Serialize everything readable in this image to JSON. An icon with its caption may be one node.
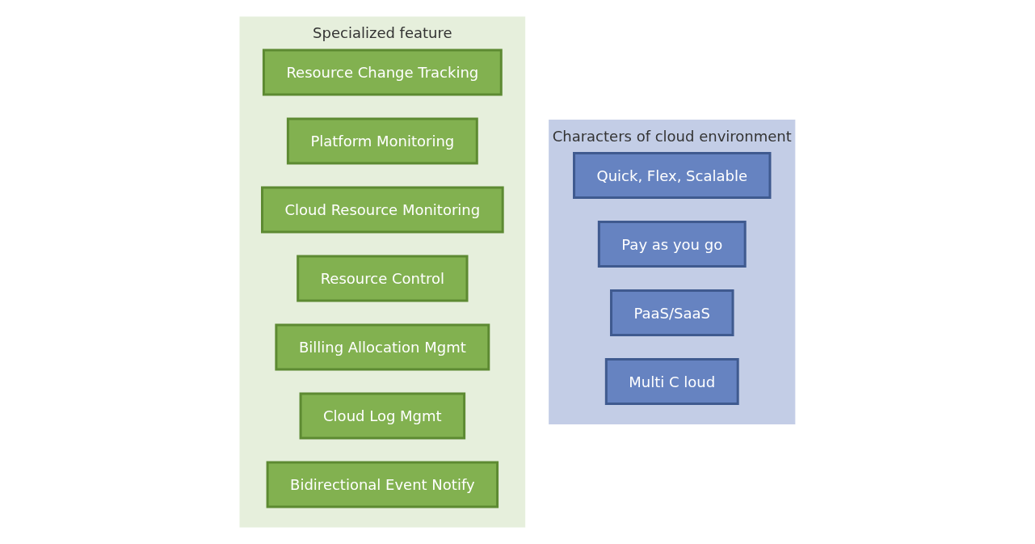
{
  "diagram": {
    "nodes": [
      {
        "text": [
          "Characters of cloud environment"
        ]
      },
      {
        "text": [
          "Quick, Flex, Scalable"
        ],
        "in": 0
      },
      {
        "text": [
          "Pay as you go"
        ],
        "in": 0
      },
      {
        "text": [
          "PaaS/SaaS"
        ],
        "in": 0
      },
      {
        "text": [
          "Multi C loud"
        ],
        "in": 0
      },
      {
        "text": [
          "Specialized feature"
        ]
      },
      {
        "text": [
          "Resource Change Tracking"
        ],
        "in": 5
      },
      {
        "text": [
          "Platform Monitoring"
        ],
        "in": 5
      },
      {
        "text": [
          "Cloud Resource Monitoring"
        ],
        "in": 5
      },
      {
        "text": [
          "Resource Control"
        ],
        "in": 5
      },
      {
        "text": [
          "Billing Allocation Mgmt"
        ],
        "in": 5
      },
      {
        "text": [
          "Cloud Log Mgmt"
        ],
        "in": 5
      },
      {
        "text": [
          "Bidirectional Event Notify"
        ],
        "in": 5
      }
    ]
  }
}
